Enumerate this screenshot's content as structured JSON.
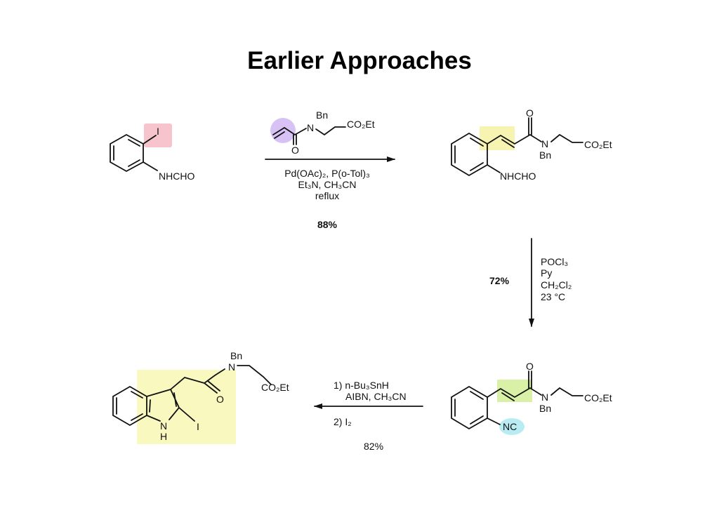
{
  "title": "Earlier Approaches",
  "colors": {
    "iodide_highlight": "#f7c3cd",
    "alkene_highlight": "#d8c2f5",
    "heck_highlight": "#f6f4b0",
    "alkene2_highlight": "#d9f1a6",
    "isonitrile_highlight": "#b9ecf2",
    "indole_highlight": "#f9f8bf"
  },
  "sm": {
    "iodo": "I",
    "nhcho": "NHCHO"
  },
  "acrylamide": {
    "o": "O",
    "n": "N",
    "bn": "Bn",
    "ester": "CO₂Et"
  },
  "step1": {
    "line1": "Pd(OAc)₂, P(o-Tol)₃",
    "line2": "Et₃N, CH₃CN",
    "line3": "reflux",
    "yield": "88%"
  },
  "heck_product": {
    "o": "O",
    "n": "N",
    "bn": "Bn",
    "ester": "CO₂Et",
    "nhcho": "NHCHO"
  },
  "step2": {
    "line1": "POCl₃",
    "line2": "Py",
    "line3": "CH₂Cl₂",
    "line4": "23 °C",
    "yield": "72%"
  },
  "isonitrile": {
    "o": "O",
    "n": "N",
    "bn": "Bn",
    "ester": "CO₂Et",
    "nc": "NC"
  },
  "step3": {
    "line1": "1) n-Bu₃SnH",
    "line2": "AIBN, CH₃CN",
    "line3": "2) I₂",
    "yield": "82%"
  },
  "indole": {
    "nh_n": "N",
    "nh_h": "H",
    "iodo": "I",
    "o": "O",
    "n": "N",
    "bn": "Bn",
    "ester": "CO₂Et"
  }
}
